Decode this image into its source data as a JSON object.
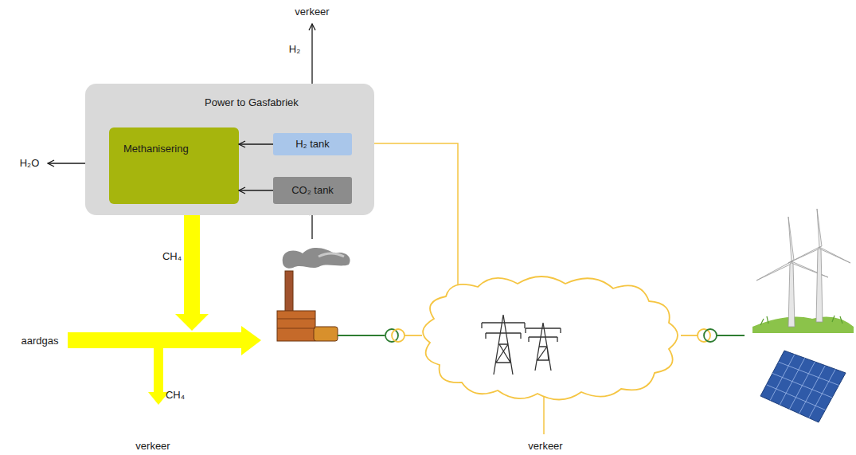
{
  "diagram": {
    "nodes": [
      {
        "text": [
          "Power to Gasfabriek"
        ]
      },
      {
        "text": [
          "Methanisering"
        ],
        "in": 0
      },
      {
        "text": [
          "H₂ tank"
        ],
        "in": 0
      },
      {
        "text": [
          "CO₂ tank"
        ],
        "in": 0
      }
    ],
    "edges": [
      {
        "from": 2,
        "to": 1,
        "arrow": "to"
      },
      {
        "from": 3,
        "to": 1,
        "arrow": "to"
      }
    ],
    "labels": [
      "verkeer",
      "H₂",
      "H₂O",
      "CH₄",
      "aardgas",
      "CH₄",
      "verkeer",
      "verkeer"
    ]
  }
}
